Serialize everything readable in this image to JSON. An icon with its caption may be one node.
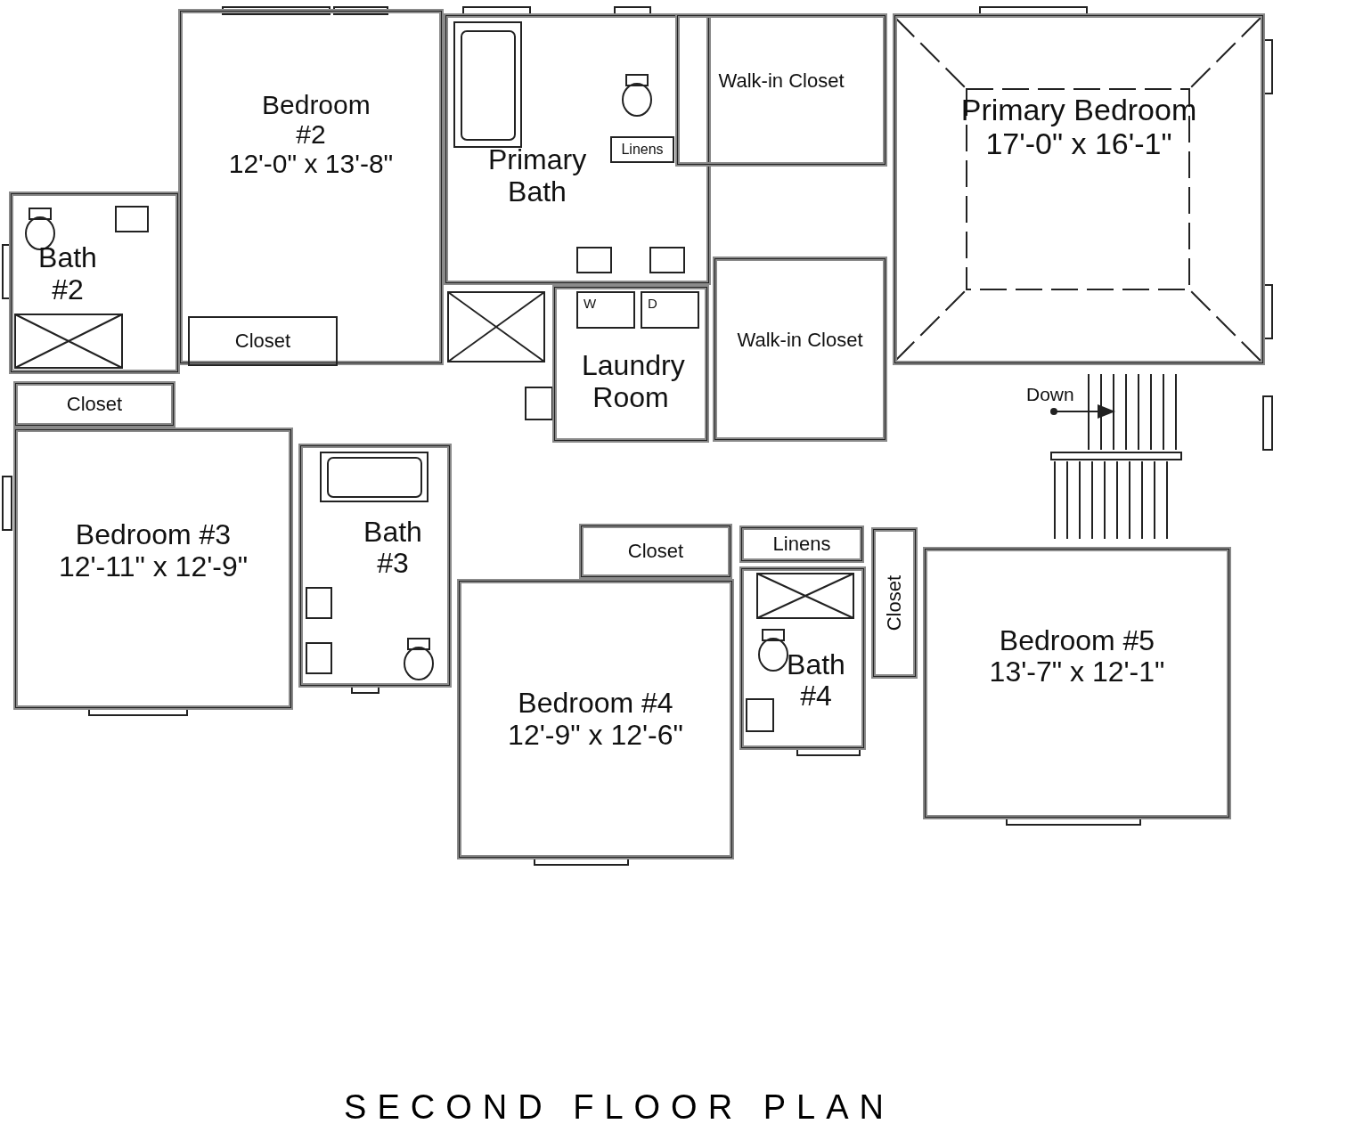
{
  "diagram": {
    "caption": "SECOND FLOOR PLAN",
    "nodes": [
      {
        "text": [
          "Bedroom #2",
          "12'-0\" x 13'-8\""
        ]
      },
      {
        "text": [
          "Primary Bath"
        ]
      },
      {
        "text": [
          "Linens"
        ],
        "in": 1
      },
      {
        "text": [
          "Walk-in Closet"
        ]
      },
      {
        "text": [
          "Primary Bedroom",
          "17'-0\" x 16'-1\""
        ]
      },
      {
        "text": [
          "Bath #2"
        ]
      },
      {
        "text": [
          "Closet"
        ],
        "in": 0
      },
      {
        "text": [
          "Laundry Room"
        ]
      },
      {
        "text": [
          "Walk-in Closet"
        ]
      },
      {
        "text": [
          "Closet"
        ]
      },
      {
        "text": [
          "Bedroom #3",
          "12'-11\" x 12'-9\""
        ]
      },
      {
        "text": [
          "Bath #3"
        ]
      },
      {
        "text": [
          "Closet"
        ]
      },
      {
        "text": [
          "Linens"
        ]
      },
      {
        "text": [
          "Closet"
        ]
      },
      {
        "text": [
          "Bedroom #5",
          "13'-7\" x 12'-1\""
        ]
      },
      {
        "text": [
          "Bath #4"
        ]
      },
      {
        "text": [
          "Bedroom #4",
          "12'-9\" x 12'-6\""
        ]
      }
    ],
    "edges": [],
    "labels": [
      "W",
      "D",
      "Down"
    ]
  }
}
